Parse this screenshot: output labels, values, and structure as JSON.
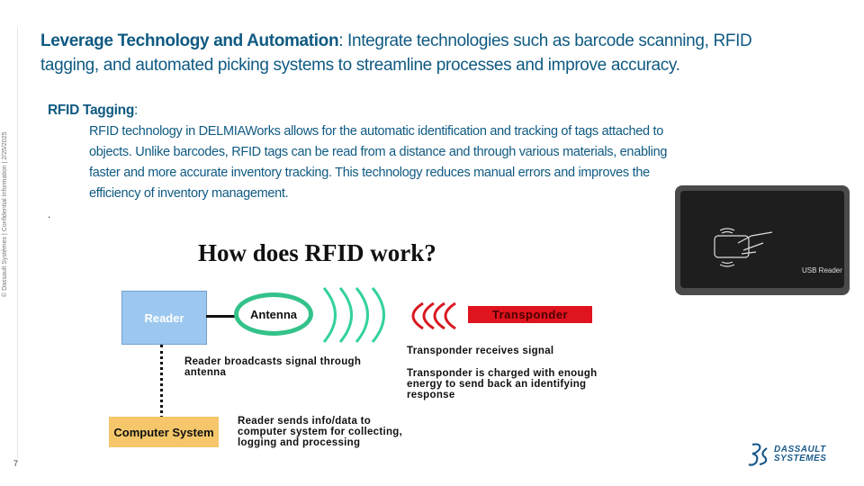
{
  "footer": {
    "side_note": "© Dassault Systèmes | Confidential Information | 2/25/2025",
    "page_number": "7",
    "logo_line1": "DASSAULT",
    "logo_line2": "SYSTEMES"
  },
  "heading": {
    "bold": "Leverage Technology and Automation",
    "rest": ": Integrate technologies such as barcode scanning, RFID tagging, and automated picking systems to streamline processes and improve accuracy."
  },
  "section": {
    "title": "RFID Tagging",
    "colon": ":",
    "body": "RFID technology in DELMIAWorks allows for the automatic identification and tracking of tags attached to objects. Unlike barcodes, RFID tags can be read from a distance and through various materials, enabling faster and more accurate inventory tracking. This technology reduces manual errors and improves the efficiency of inventory management.",
    "bullet": "."
  },
  "diagram": {
    "title": "How does RFID work?",
    "reader": "Reader",
    "antenna": "Antenna",
    "transponder": "Transponder",
    "computer": "Computer System",
    "caption_broadcast": "Reader broadcasts signal through antenna",
    "caption_receives": "Transponder receives signal",
    "caption_charged": "Transponder is charged with enough energy to send back an identifying response",
    "caption_sends": "Reader sends info/data to computer system for collecting, logging and processing"
  },
  "device": {
    "label": "USB Reader"
  }
}
